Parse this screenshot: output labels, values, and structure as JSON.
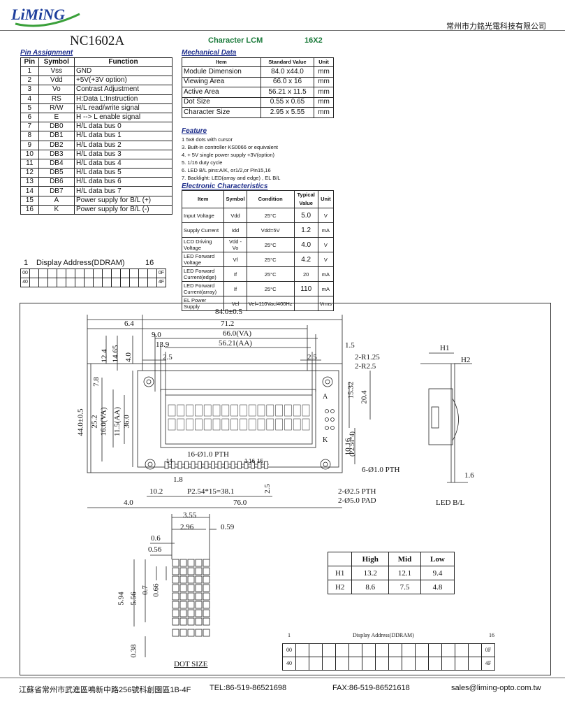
{
  "brand": {
    "logo_text": "LiMiNG",
    "company_cn": "常州市力銘光電科技有限公司"
  },
  "header": {
    "model": "NC1602A",
    "subtitle": "Character LCM",
    "size": "16X2"
  },
  "pin_assignment": {
    "title": "Pin Assignment",
    "headers": [
      "Pin",
      "Symbol",
      "Function"
    ],
    "rows": [
      [
        "1",
        "Vss",
        "GND"
      ],
      [
        "2",
        "Vdd",
        "+5V(+3V option)"
      ],
      [
        "3",
        "Vo",
        "Contrast Adjustment"
      ],
      [
        "4",
        "RS",
        "H:Data L:Instruction"
      ],
      [
        "5",
        "R/W",
        "H/L read/write signal"
      ],
      [
        "6",
        "E",
        "H --> L enable signal"
      ],
      [
        "7",
        "DB0",
        "H/L data bus 0"
      ],
      [
        "8",
        "DB1",
        "H/L data bus 1"
      ],
      [
        "9",
        "DB2",
        "H/L data bus 2"
      ],
      [
        "10",
        "DB3",
        "H/L data bus 3"
      ],
      [
        "11",
        "DB4",
        "H/L data bus 4"
      ],
      [
        "12",
        "DB5",
        "H/L data bus 5"
      ],
      [
        "13",
        "DB6",
        "H/L data bus 6"
      ],
      [
        "14",
        "DB7",
        "H/L data bus 7"
      ],
      [
        "15",
        "A",
        "Power supply for B/L (+)"
      ],
      [
        "16",
        "K",
        "Power supply for B/L (-)"
      ]
    ]
  },
  "mechanical": {
    "title": "Mechanical Data",
    "headers": [
      "Item",
      "Standard Value",
      "Unit"
    ],
    "rows": [
      [
        "Module Dimension",
        "84.0 x44.0",
        "mm"
      ],
      [
        "Viewing Area",
        "66.0 x 16",
        "mm"
      ],
      [
        "Active  Area",
        "56.21 x 11.5",
        "mm"
      ],
      [
        "Dot Size",
        "0.55 x 0.65",
        "mm"
      ],
      [
        "Character Size",
        "2.95 x 5.55",
        "mm"
      ]
    ]
  },
  "features": {
    "title": "Feature",
    "items": [
      "1  5x8 dots with cursor",
      "3. Built-in controller KS0066 or equivalent",
      "4. + 5V single power supply  +3V(option)",
      "5. 1/16 duty cycle",
      "6. LED B/L pins:A/K, or1/2,or Pin15,16",
      "7. Backlight: LED(array and edge) , EL B/L"
    ]
  },
  "electronic": {
    "title": "Electronic Characteristics",
    "headers": [
      "Item",
      "Symbol",
      "Condition",
      "Typical Value",
      "Unit"
    ],
    "rows": [
      [
        "Input Voltage",
        "Vdd",
        "25°C",
        "5.0",
        "V"
      ],
      [
        "Supply Current",
        "Idd",
        "Vdd=5V",
        "1.2",
        "mA"
      ],
      [
        "LCD Driving Voltage",
        "Vdd - Vo",
        "25°C",
        "4.0",
        "V"
      ],
      [
        "LED Forward Voltage",
        "Vf",
        "25°C",
        "4.2",
        "V"
      ],
      [
        "LED Forward Current(edge)",
        "If",
        "25°C",
        "20",
        "mA"
      ],
      [
        "LED Forward Current(array)",
        "If",
        "25°C",
        "110",
        "mA"
      ],
      [
        "EL Power Supply",
        "Vel",
        "Vel=110Vac/400Hz",
        "",
        "Vrms"
      ]
    ]
  },
  "ddram_small": {
    "left": "1",
    "title": "Display Address(DDRAM)",
    "right": "16",
    "row1": [
      "00",
      "0F"
    ],
    "row2": [
      "40",
      "4F"
    ]
  },
  "drawing": {
    "dims": {
      "overall_w": "84.0±0.5",
      "w71": "71.2",
      "va": "66.0(VA)",
      "aa": "56.21(AA)",
      "d64": "6.4",
      "d90": "9.0",
      "d139": "13.9",
      "d25a": "2.5",
      "d25b": "2.5",
      "d15": "1.5",
      "r125": "2-R1.25",
      "r25": "2-R2.5",
      "d124": "12.4",
      "d1465": "14.65",
      "d40": "4.0",
      "d78": "7.8",
      "h44": "44.0±0.5",
      "h252": "25.2",
      "h16": "16.0(VA)",
      "h115": "11.5(AA)",
      "h36": "36.0",
      "d1532": "15.32",
      "d204": "20.4",
      "d1016": "10.16",
      "d254": "(P2.54*4)",
      "pth16": "16-Ø1.0 PTH",
      "pth6": "6-Ø1.0 PTH",
      "pth2": "2-Ø2.5 PTH",
      "pad2": "2-Ø5.0 PAD",
      "p14": "14",
      "p1": "1",
      "p16": "16",
      "p15": "15",
      "d18": "1.8",
      "d102": "10.2",
      "pitch": "P2.54*15=38.1",
      "d25c": "2.5",
      "d40b": "4.0",
      "d760": "76.0",
      "a": "A",
      "k": "K"
    },
    "side": {
      "h1": "H1",
      "h2": "H2",
      "d16": "1.6",
      "caption": "LED B/L"
    },
    "dot": {
      "d355": "3.55",
      "d296": "2.96",
      "d059": "0.59",
      "d06": "0.6",
      "d056": "0.56",
      "d594": "5.94",
      "d556": "5.56",
      "d07": "0.7",
      "d066": "0.66",
      "d038": "0.38",
      "caption": "DOT SIZE"
    },
    "height_table": {
      "headers": [
        "",
        "High",
        "Mid",
        "Low"
      ],
      "rows": [
        [
          "H1",
          "13.2",
          "12.1",
          "9.4"
        ],
        [
          "H2",
          "8.6",
          "7.5",
          "4.8"
        ]
      ]
    },
    "ddram_big": {
      "left": "1",
      "title": "Display Address(DDRAM)",
      "right": "16",
      "row1": [
        "00",
        "0F"
      ],
      "row2": [
        "40",
        "4F"
      ]
    }
  },
  "footer": {
    "address": "江蘇省常州市武進區鳴新中路256號科創園區1B-4F",
    "tel": "TEL:86-519-86521698",
    "fax": "FAX:86-519-86521618",
    "email": "sales@liming-opto.com.tw"
  }
}
